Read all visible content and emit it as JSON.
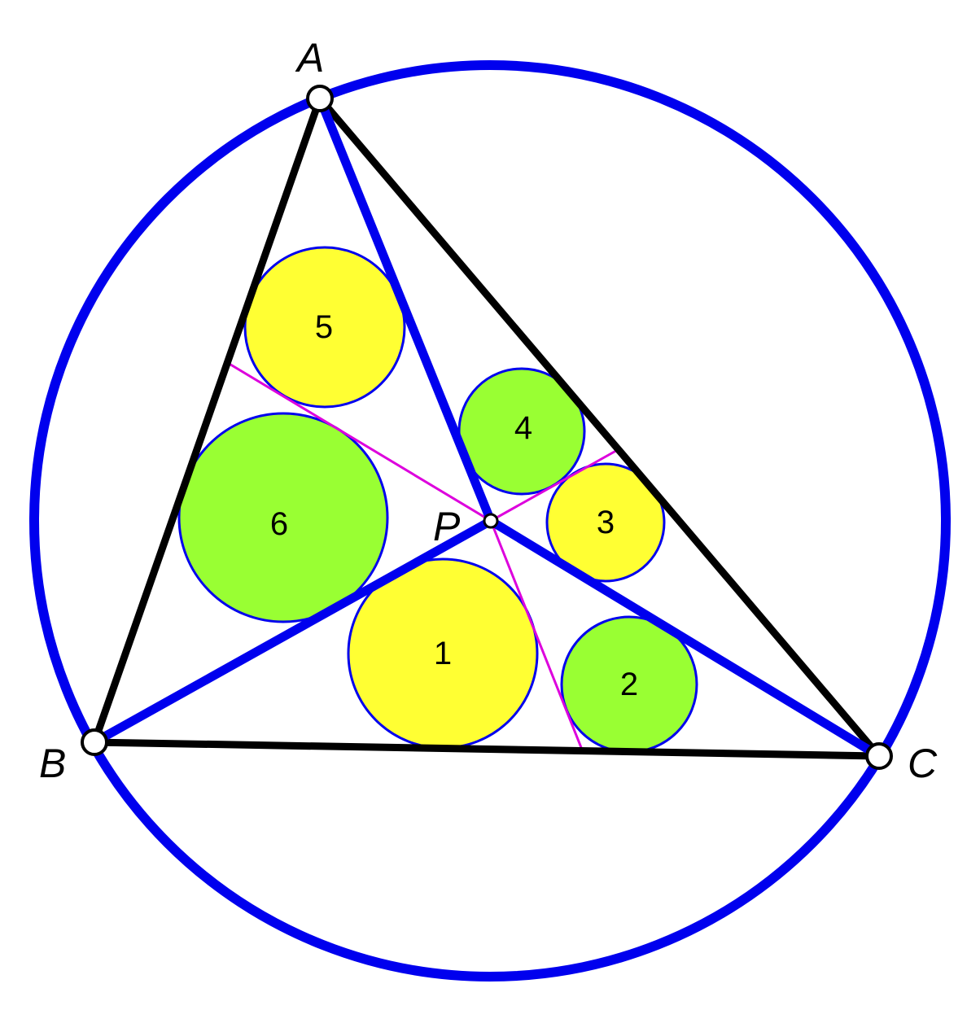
{
  "points": {
    "A": "A",
    "B": "B",
    "C": "C",
    "P": "P"
  },
  "circles": [
    {
      "label": "1",
      "fill": "#ffff33"
    },
    {
      "label": "2",
      "fill": "#99ff33"
    },
    {
      "label": "3",
      "fill": "#ffff33"
    },
    {
      "label": "4",
      "fill": "#99ff33"
    },
    {
      "label": "5",
      "fill": "#ffff33"
    },
    {
      "label": "6",
      "fill": "#99ff33"
    }
  ],
  "colors": {
    "circumcircle": "#0000ee",
    "cevians": "#0000ee",
    "triangle": "#000000",
    "lines": "#dd00dd"
  }
}
